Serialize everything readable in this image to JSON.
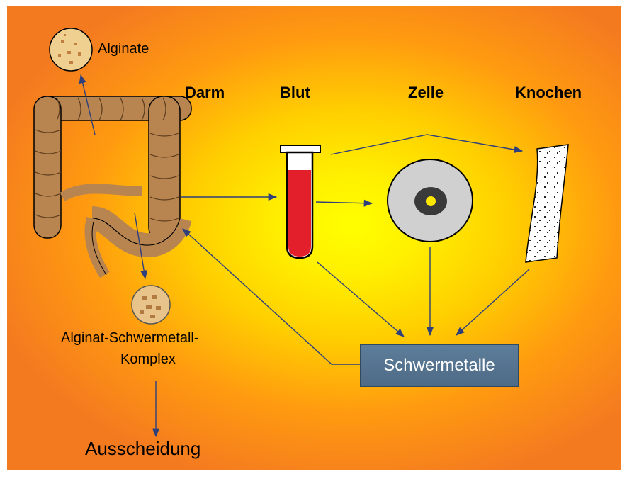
{
  "diagram": {
    "headers": {
      "darm": "Darm",
      "blut": "Blut",
      "zelle": "Zelle",
      "knochen": "Knochen"
    },
    "labels": {
      "alginate": "Alginate",
      "komplex_line1": "Alginat-Schwermetall-",
      "komplex_line2": "Komplex",
      "ausscheidung": "Ausscheidung",
      "schwermetalle": "Schwermetalle"
    },
    "colors": {
      "background_center": "#ffff00",
      "background_edge": "#f47a20",
      "intestine": "#b88550",
      "blood": "#e21f2a",
      "box": "#5d7d9a",
      "arrow": "#2e3f7c"
    },
    "icons": [
      "intestine-icon",
      "alginate-bead-icon",
      "complex-bead-icon",
      "test-tube-icon",
      "cell-icon",
      "bone-icon"
    ]
  }
}
